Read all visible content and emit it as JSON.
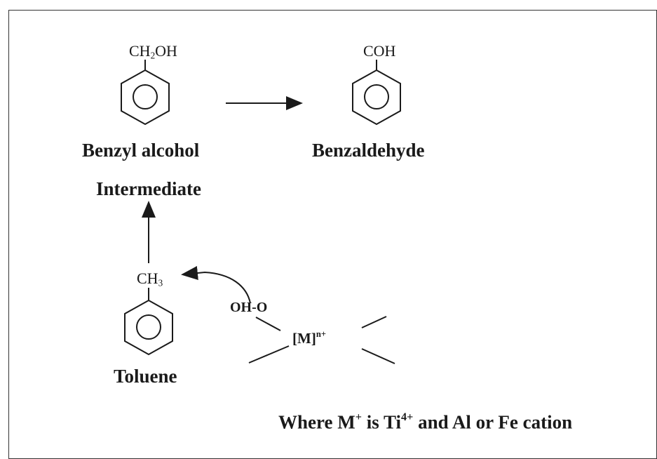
{
  "reactants": {
    "benzyl_alcohol": {
      "substituent": "CH",
      "sub_digit": "2",
      "substituent_tail": "OH",
      "name": "Benzyl alcohol"
    },
    "benzaldehyde": {
      "substituent": "COH",
      "name": "Benzaldehyde"
    },
    "intermediate_label": "Intermediate",
    "toluene": {
      "substituent": "CH",
      "sub_digit": "3",
      "name": "Toluene"
    }
  },
  "catalyst": {
    "peroxo_group": "OH-O",
    "metal": "[M]",
    "metal_charge": "n+"
  },
  "footnote": {
    "part1": "Where M",
    "sup1": "+",
    "part2": " is Ti",
    "sup2": "4+",
    "part3": " and Al or Fe cation"
  }
}
